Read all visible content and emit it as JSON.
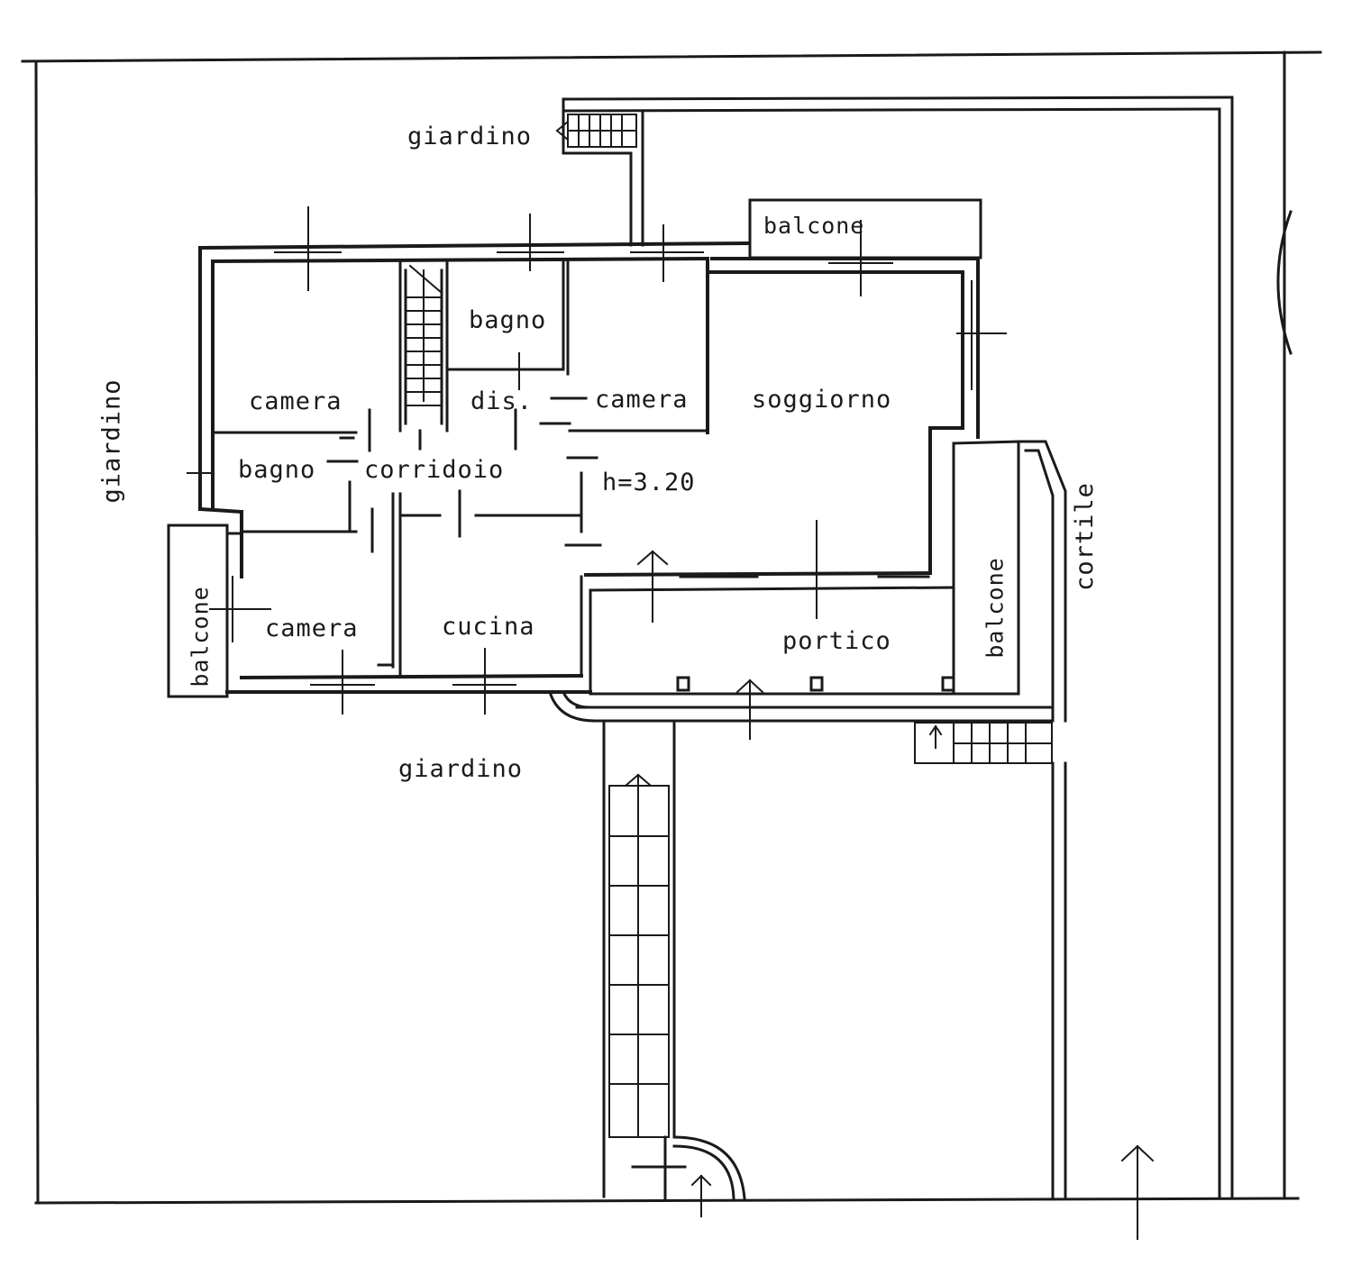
{
  "plan": {
    "colors": {
      "ink": "#1a1a1a",
      "paper": "#ffffff"
    },
    "labels": {
      "giardino_top": "giardino",
      "giardino_left": "giardino",
      "giardino_bottom": "giardino",
      "cortile": "cortile",
      "balcone_top": "balcone",
      "balcone_left": "balcone",
      "balcone_right": "balcone",
      "camera_nw": "camera",
      "camera_n": "camera",
      "camera_sw": "camera",
      "bagno_n": "bagno",
      "bagno_w": "bagno",
      "dis": "dis.",
      "corridoio": "corridoio",
      "soggiorno": "soggiorno",
      "cucina": "cucina",
      "portico": "portico",
      "height": "h=3.20"
    }
  }
}
